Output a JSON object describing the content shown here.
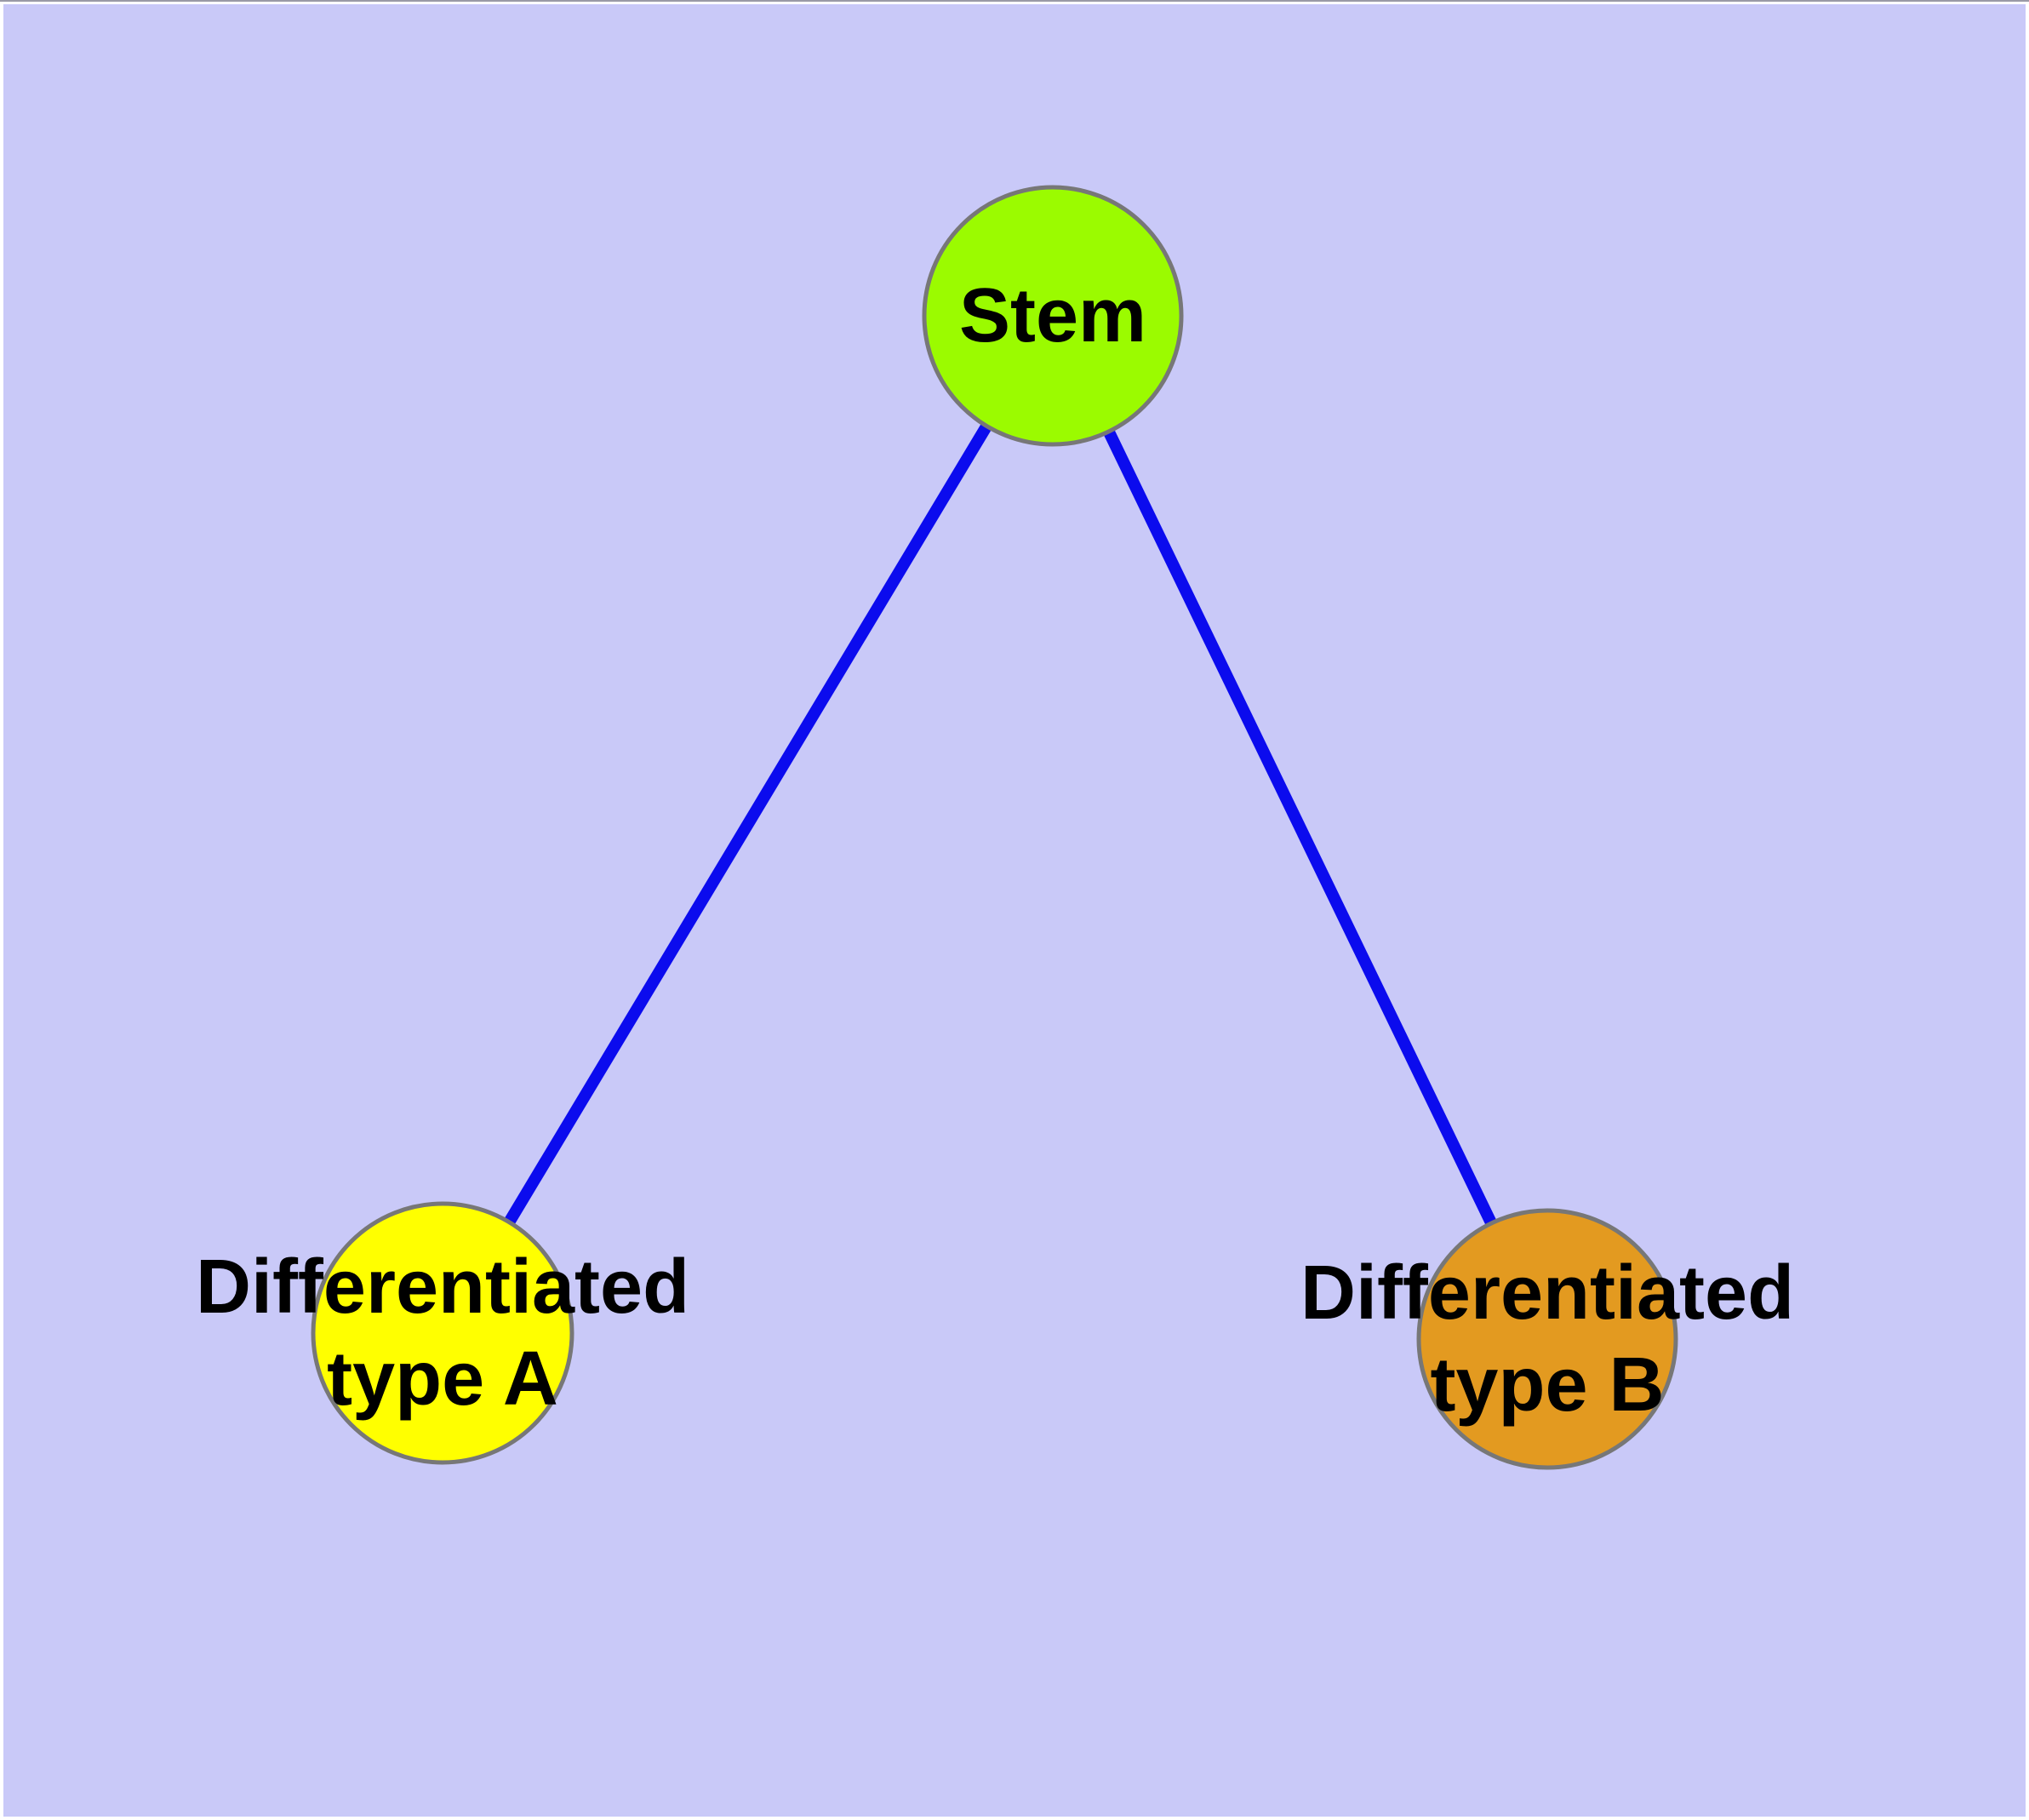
{
  "diagram": {
    "type": "node-link-graph",
    "background_color": "#c9c9f8",
    "frame_color": "#ffffff",
    "top_hairline_color": "#9a9aa6",
    "edge_color": "#0b0bee",
    "node_border_color": "#777777",
    "label_color": "#000000",
    "nodes": [
      {
        "id": "stem",
        "label": "Stem",
        "color": "#9bfb00"
      },
      {
        "id": "differentiated-type-a",
        "label": "Differentiated\ntype A",
        "color": "#ffff00"
      },
      {
        "id": "differentiated-type-b",
        "label": "Differentiated\ntype B",
        "color": "#e39a20"
      }
    ],
    "edges": [
      {
        "from": "stem",
        "to": "differentiated-type-a"
      },
      {
        "from": "stem",
        "to": "differentiated-type-b"
      }
    ]
  }
}
